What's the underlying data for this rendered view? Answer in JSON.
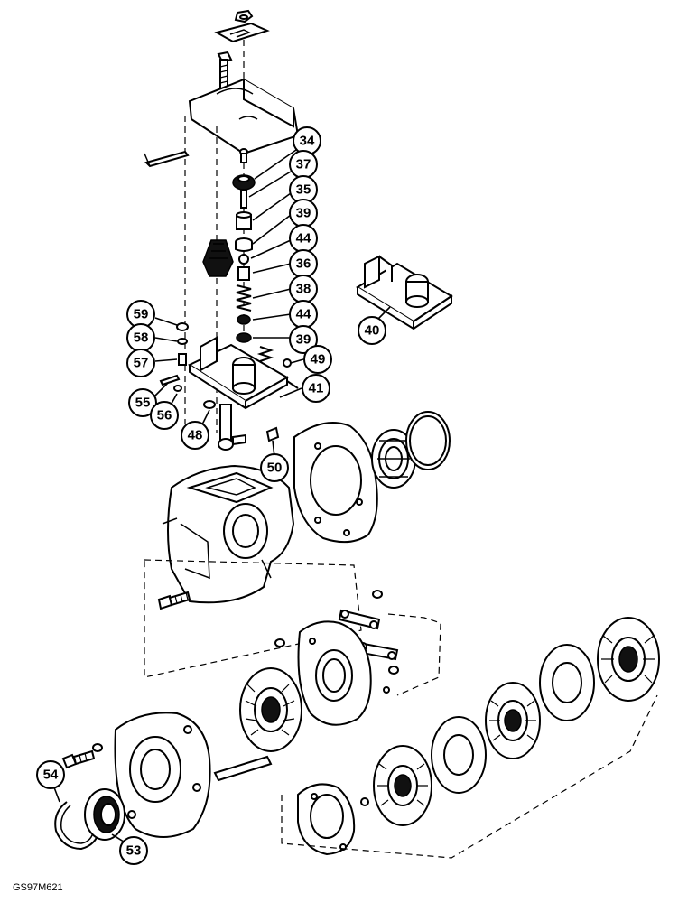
{
  "figure": {
    "code": "GS97M621"
  },
  "callouts": {
    "c34": "34",
    "c37": "37",
    "c35": "35",
    "c39a": "39",
    "c44a": "44",
    "c36": "36",
    "c38": "38",
    "c44b": "44",
    "c39b": "39",
    "c40": "40",
    "c41": "41",
    "c49": "49",
    "c59": "59",
    "c58": "58",
    "c57": "57",
    "c55": "55",
    "c56": "56",
    "c48": "48",
    "c50": "50",
    "c54": "54",
    "c53": "53"
  },
  "icons": {
    "nut": "hex-nut-icon",
    "washer": "washer-icon",
    "bolt": "bolt-icon",
    "spring": "spring-icon",
    "bearing": "ball-bearing-icon",
    "disc": "brake-disc-icon"
  }
}
